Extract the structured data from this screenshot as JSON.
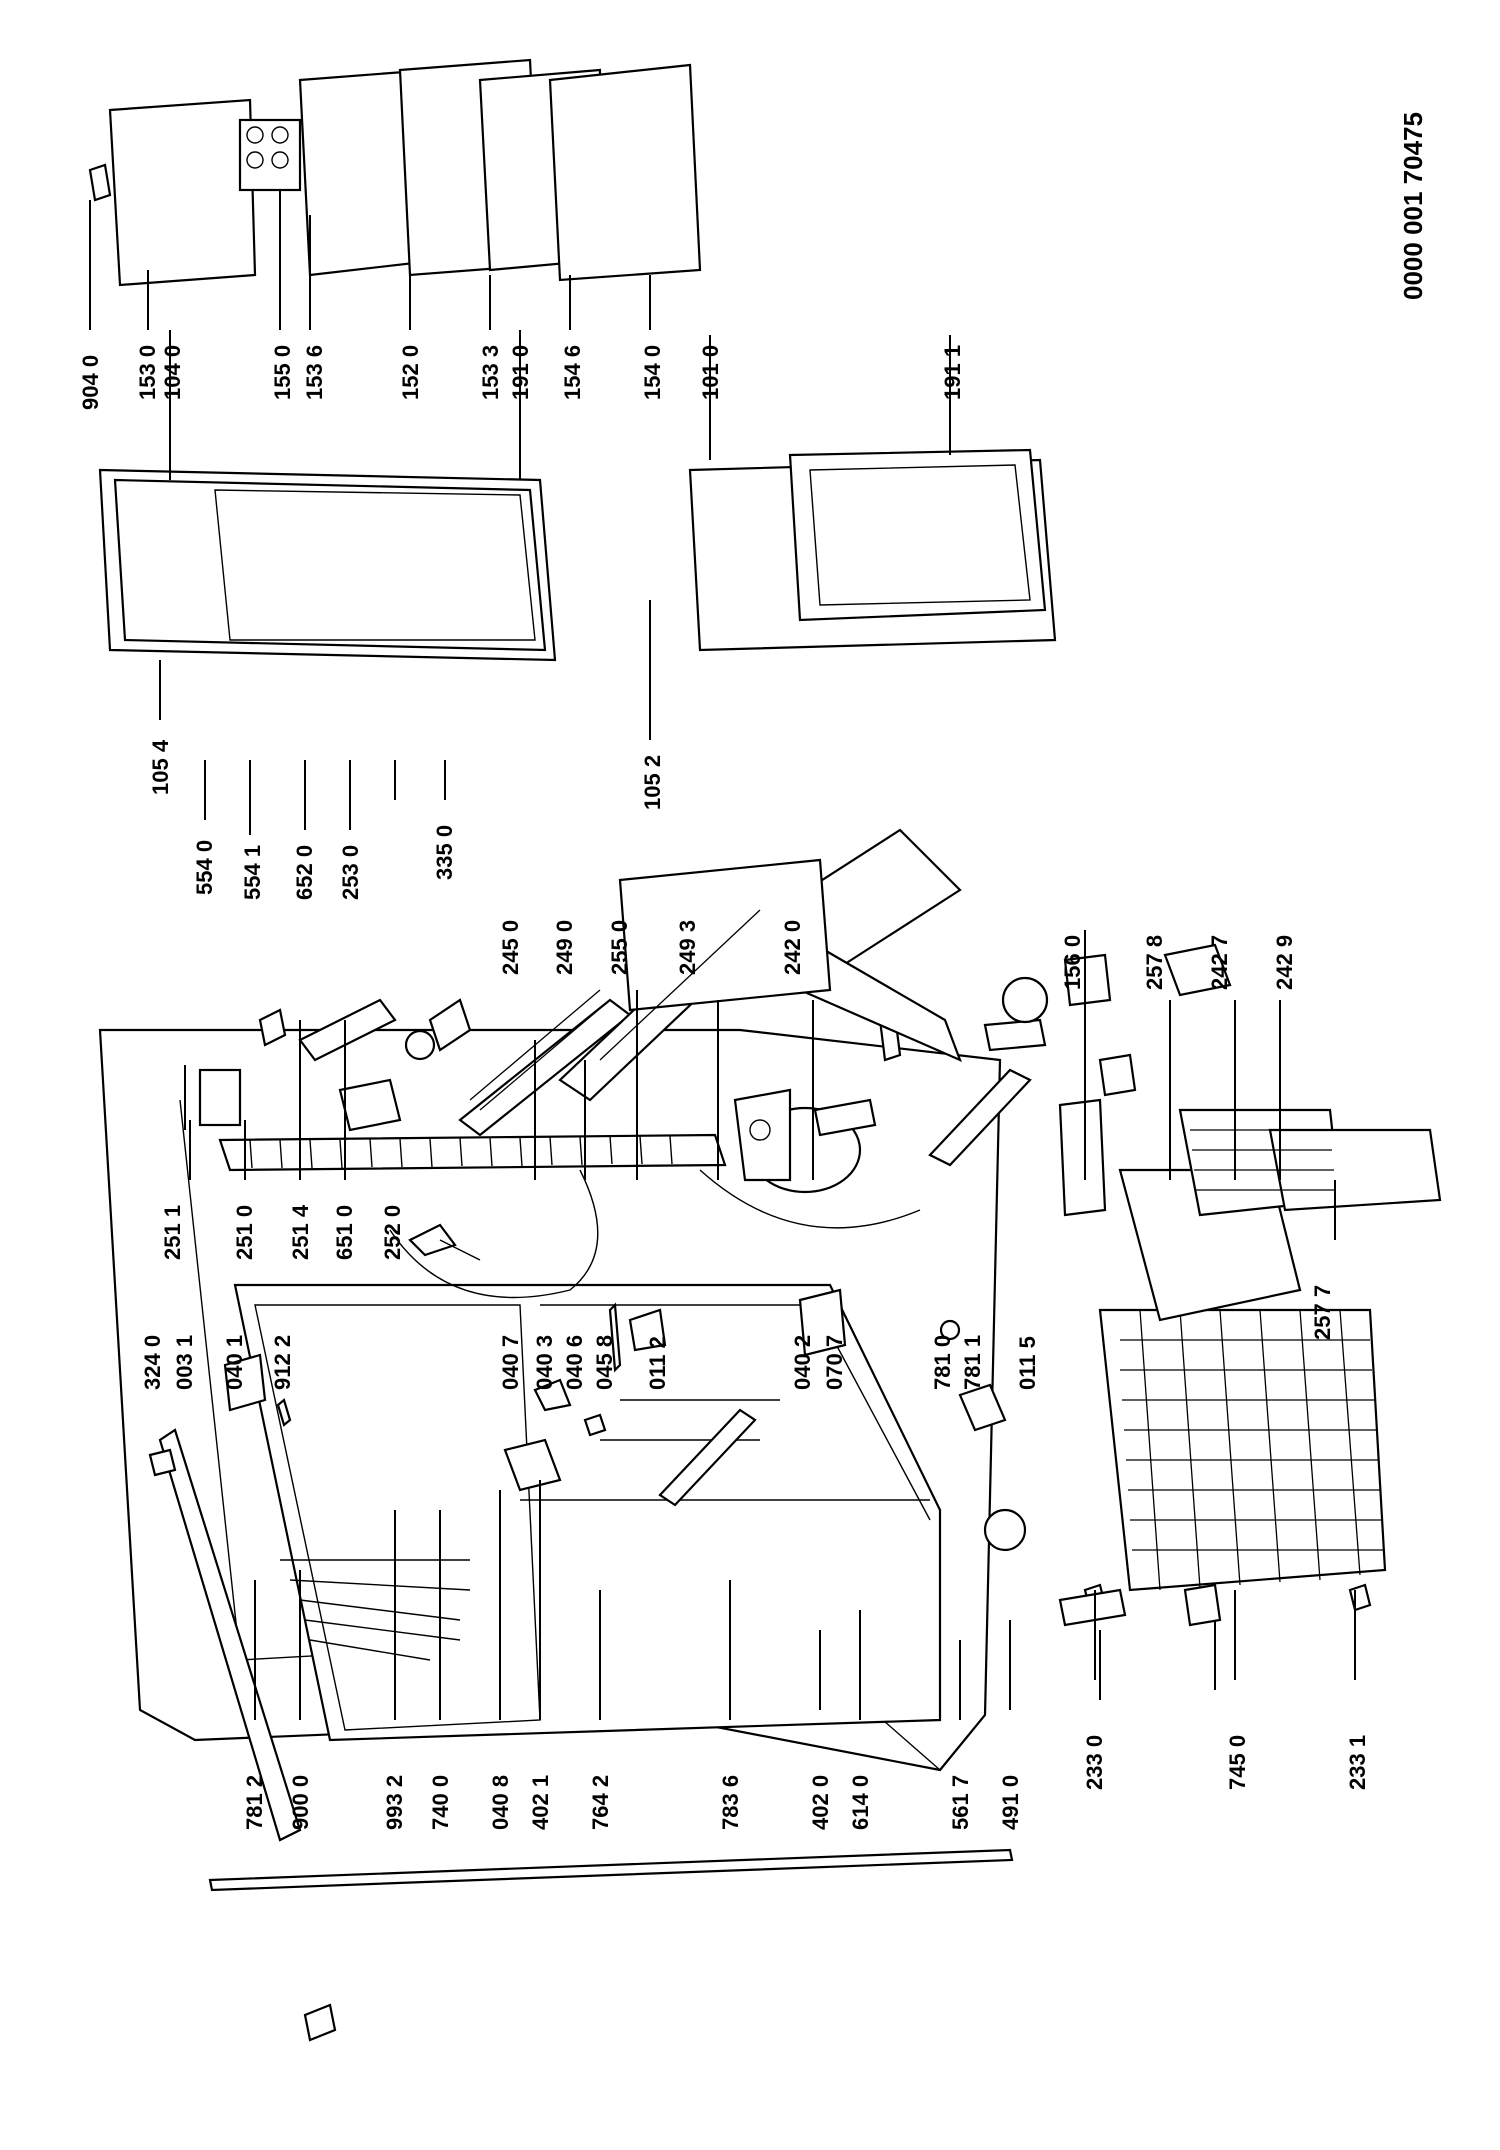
{
  "doc_code": "0000 001 70475",
  "parts": [
    "904 0",
    "153 0",
    "104 0",
    "155 0",
    "153 6",
    "152 0",
    "153 3",
    "191 0",
    "154 6",
    "154 0",
    "101 0",
    "191 1",
    "105 4",
    "554 0",
    "554 1",
    "652 0",
    "253 0",
    "335 0",
    "105 2",
    "251 1",
    "251 0",
    "251 4",
    "651 0",
    "252 0",
    "245 0",
    "249 0",
    "255 0",
    "249 3",
    "242 0",
    "156 0",
    "257 8",
    "242 7",
    "242 9",
    "257 7",
    "324 0",
    "003 1",
    "040 1",
    "912 2",
    "040 7",
    "040 3",
    "040 6",
    "045 8",
    "011 2",
    "040 2",
    "070 7",
    "781 0",
    "781 1",
    "011 5",
    "233 0",
    "745 0",
    "233 1",
    "781 2",
    "900 0",
    "993 2",
    "740 0",
    "040 8",
    "402 1",
    "764 2",
    "783 6",
    "402 0",
    "614 0",
    "561 7",
    "491 0"
  ]
}
